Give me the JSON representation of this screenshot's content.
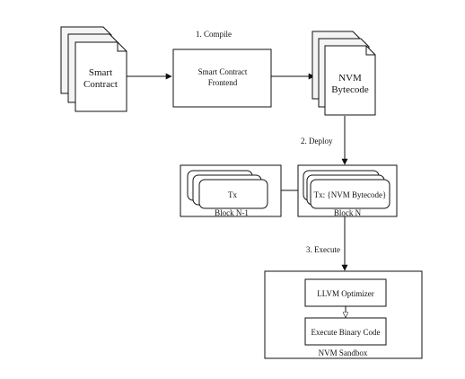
{
  "docs": {
    "smart_contract": {
      "line1": "Smart",
      "line2": "Contract"
    },
    "nvm_bytecode": {
      "line1": "NVM",
      "line2": "Bytecode"
    }
  },
  "frontend": {
    "line1": "Smart Contract",
    "line2": "Frontend"
  },
  "steps": {
    "compile": "1. Compile",
    "deploy": "2. Deploy",
    "execute": "3. Execute"
  },
  "blocks": {
    "block_n_minus_1": {
      "tx": "Tx",
      "label": "Block N-1"
    },
    "block_n": {
      "tx": "Tx: {NVM Bytecode}",
      "label": "Block N"
    }
  },
  "sandbox": {
    "optimizer": "LLVM Optimizer",
    "execute_binary": "Execute Binary Code",
    "label": "NVM Sandbox"
  }
}
